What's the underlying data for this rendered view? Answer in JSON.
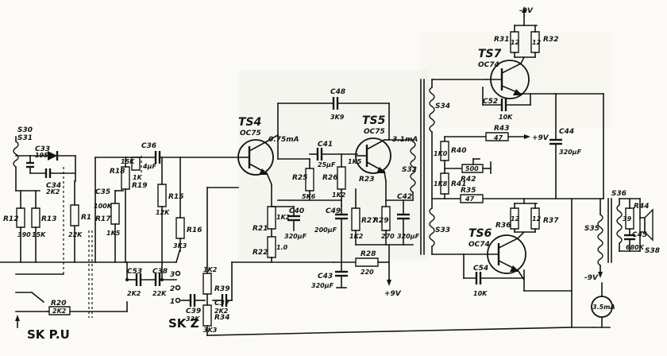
{
  "transistors": [
    {
      "ref": "TS4",
      "type": "OC75"
    },
    {
      "ref": "TS5",
      "type": "OC75"
    },
    {
      "ref": "TS7",
      "type": "OC74"
    },
    {
      "ref": "TS6",
      "type": "OC74"
    }
  ],
  "resistors": [
    {
      "ref": "R12",
      "value": "390"
    },
    {
      "ref": "R13",
      "value": "15K"
    },
    {
      "ref": "R1",
      "value": "22K"
    },
    {
      "ref": "R17",
      "value": "1K5"
    },
    {
      "ref": "R18",
      "value": "1K"
    },
    {
      "ref": "R19",
      "value": "15K"
    },
    {
      "ref": "R15",
      "value": "12K"
    },
    {
      "ref": "R16",
      "value": "3K3"
    },
    {
      "ref": "R21",
      "value": "1K2"
    },
    {
      "ref": "R22",
      "value": "1.0"
    },
    {
      "ref": "R25",
      "value": "5K6"
    },
    {
      "ref": "R26",
      "value": "1K2"
    },
    {
      "ref": "R23",
      "value": "1K5"
    },
    {
      "ref": "R27",
      "value": "1K2"
    },
    {
      "ref": "R29",
      "value": "270"
    },
    {
      "ref": "R28",
      "value": "220"
    },
    {
      "ref": "R20",
      "value": "2K2"
    },
    {
      "ref": "R39",
      "value": "1K2"
    },
    {
      "ref": "R34",
      "value": "3K3"
    },
    {
      "ref": "R31",
      "value": "12"
    },
    {
      "ref": "R32",
      "value": "12"
    },
    {
      "ref": "R43",
      "value": "47"
    },
    {
      "ref": "R40",
      "value": "1K0"
    },
    {
      "ref": "R42",
      "value": "500"
    },
    {
      "ref": "R41",
      "value": "1K8"
    },
    {
      "ref": "R35",
      "value": "47"
    },
    {
      "ref": "R36",
      "value": "12"
    },
    {
      "ref": "R37",
      "value": "12"
    },
    {
      "ref": "R44",
      "value": "39"
    }
  ],
  "capacitors": [
    {
      "ref": "C33",
      "value": "195"
    },
    {
      "ref": "C34",
      "value": "2K2"
    },
    {
      "ref": "C35",
      "value": "100K"
    },
    {
      "ref": "C36",
      "value": "4µF"
    },
    {
      "ref": "C48",
      "value": "3K9"
    },
    {
      "ref": "C41",
      "value": "25µF"
    },
    {
      "ref": "C40",
      "value": "320µF"
    },
    {
      "ref": "C49",
      "value": "200µF"
    },
    {
      "ref": "C42",
      "value": "320µF"
    },
    {
      "ref": "C43",
      "value": "320µF"
    },
    {
      "ref": "C53",
      "value": "2K2"
    },
    {
      "ref": "C38",
      "value": "22K"
    },
    {
      "ref": "C39",
      "value": "33K"
    },
    {
      "ref": "C37",
      "value": "2K2"
    },
    {
      "ref": "C52",
      "value": "10K"
    },
    {
      "ref": "C44",
      "value": "320µF"
    },
    {
      "ref": "C54",
      "value": "10K"
    },
    {
      "ref": "C45",
      "value": "680K"
    }
  ],
  "other_labels": {
    "s30": "S30",
    "s31": "S31",
    "s32": "S32",
    "s33": "S33",
    "s34": "S34",
    "s35": "S35",
    "s36": "S36",
    "s38": "S38",
    "ts4_current": "0.75mA",
    "ts5_current": "3.1mA",
    "meter": "3.5mA",
    "supply_top": "-9V",
    "supply_r43": "+9V",
    "supply_mid": "+9V",
    "supply_right": "-9V",
    "pin1": "1",
    "pin2": "2",
    "pin3": "3",
    "sk_pu": "SK P.U",
    "sk2": "SK Z"
  }
}
